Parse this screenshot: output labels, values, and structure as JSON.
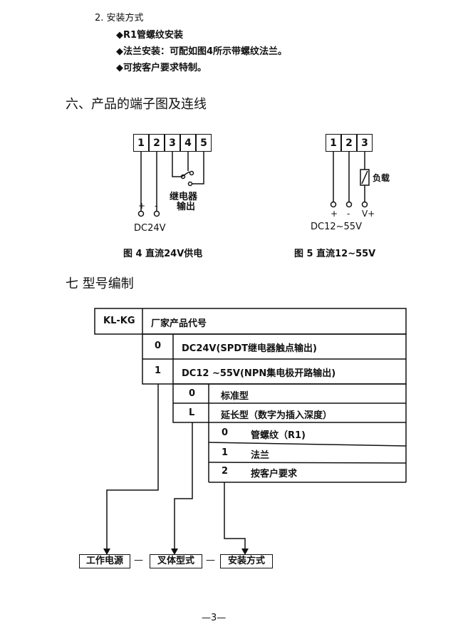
{
  "install": {
    "heading": "2. 安装方式",
    "bullets": [
      "R1管螺纹安装",
      "法兰安装：可配如图4所示带螺纹法兰。",
      "可按客户要求特制。"
    ]
  },
  "section6": {
    "title": "六、产品的端子图及连线",
    "fig4": {
      "terminals": [
        "1",
        "2",
        "3",
        "4",
        "5"
      ],
      "relay_label": [
        "继电器",
        "输出"
      ],
      "plus": "+",
      "minus": "-",
      "supply": "DC24V",
      "caption": "图 4   直流24V供电"
    },
    "fig5": {
      "terminals": [
        "1",
        "2",
        "3"
      ],
      "load_label": "负载",
      "plus": "+",
      "minus": "-",
      "v": "V+",
      "supply": "DC12~55V",
      "caption": "图 5   直流12~55V"
    }
  },
  "section7": {
    "title": "七   型号编制",
    "code": "KL-KG",
    "code_desc": "厂家产品代号",
    "power_options": [
      {
        "code": "0",
        "desc": "DC24V(SPDT继电器触点输出)"
      },
      {
        "code": "1",
        "desc": "DC12 ~55V(NPN集电极开路输出)"
      }
    ],
    "fork_options": [
      {
        "code": "0",
        "desc": "标准型"
      },
      {
        "code": "L",
        "desc": "延长型（数字为插入深度）"
      }
    ],
    "mount_options": [
      {
        "code": "0",
        "desc": "管螺纹（R1)"
      },
      {
        "code": "1",
        "desc": "法兰"
      },
      {
        "code": "2",
        "desc": "按客户要求"
      }
    ],
    "legend": [
      "工作电源",
      "叉体型式",
      "安装方式"
    ],
    "dash": "—"
  },
  "page_number": "—3—"
}
